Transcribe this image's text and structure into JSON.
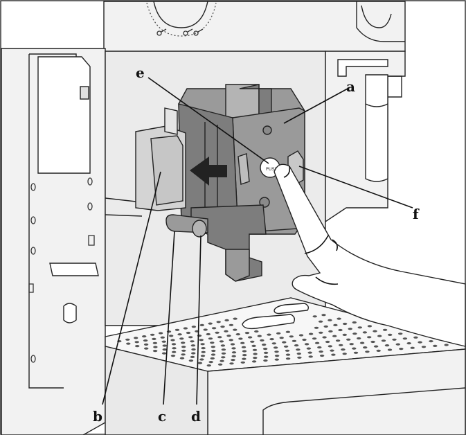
{
  "colors": {
    "outline": "#222222",
    "machine": "#f2f2f2",
    "recess": "#ebebeb",
    "unit_dark": "#7d7d7d",
    "unit_mid": "#9a9a9a",
    "unit_light": "#b4b4b4",
    "latch": "#d4d4d4",
    "tray": "#f7f7f7",
    "holes": "#555555",
    "arrow": "#222222",
    "skin": "#ffffff"
  },
  "labels": {
    "a": "a",
    "b": "b",
    "c": "c",
    "d": "d",
    "e": "e",
    "f": "f"
  },
  "push_text": "PUSH"
}
